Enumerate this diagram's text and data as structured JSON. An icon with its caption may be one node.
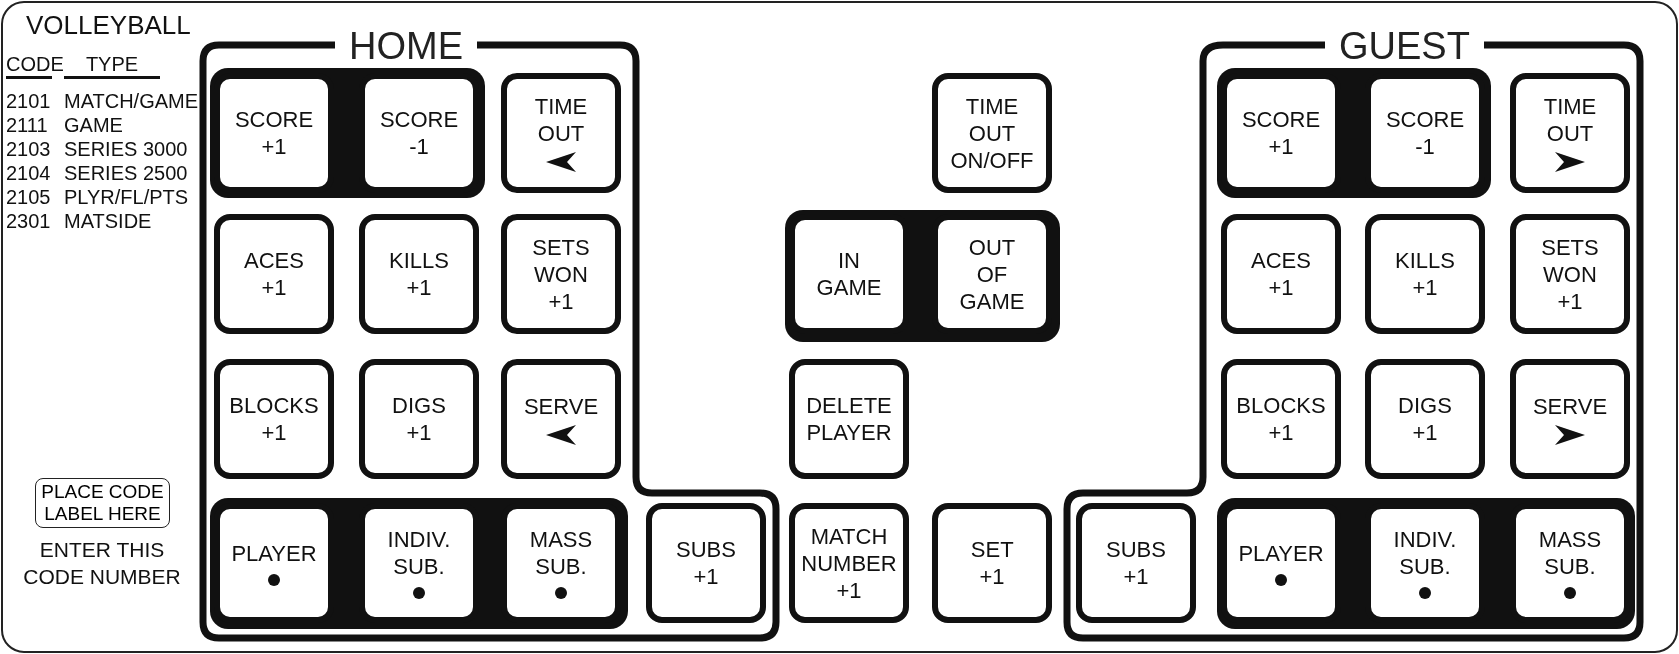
{
  "diagram": {
    "title": "VOLLEYBALL",
    "nodes": [
      {
        "text": [
          "HOME"
        ]
      },
      {
        "text": [
          "SCORE +1"
        ],
        "in": 0
      },
      {
        "text": [
          "SCORE -1"
        ],
        "in": 0
      },
      {
        "text": [
          "TIME OUT"
        ],
        "in": 0
      },
      {
        "text": [
          "ACES +1"
        ],
        "in": 0
      },
      {
        "text": [
          "KILLS +1"
        ],
        "in": 0
      },
      {
        "text": [
          "SETS WON +1"
        ],
        "in": 0
      },
      {
        "text": [
          "BLOCKS +1"
        ],
        "in": 0
      },
      {
        "text": [
          "DIGS +1"
        ],
        "in": 0
      },
      {
        "text": [
          "SERVE"
        ],
        "in": 0
      },
      {
        "text": [
          "PLAYER"
        ],
        "in": 0
      },
      {
        "text": [
          "INDIV. SUB."
        ],
        "in": 0
      },
      {
        "text": [
          "MASS SUB."
        ],
        "in": 0
      },
      {
        "text": [
          "SUBS +1"
        ],
        "in": 0
      },
      {
        "text": [
          "TIME OUT ON/OFF"
        ]
      },
      {
        "text": [
          "IN GAME"
        ]
      },
      {
        "text": [
          "OUT OF GAME"
        ]
      },
      {
        "text": [
          "DELETE PLAYER"
        ]
      },
      {
        "text": [
          "MATCH NUMBER +1"
        ]
      },
      {
        "text": [
          "SET +1"
        ]
      },
      {
        "text": [
          "GUEST"
        ]
      },
      {
        "text": [
          "SCORE +1"
        ],
        "in": 20
      },
      {
        "text": [
          "SCORE -1"
        ],
        "in": 20
      },
      {
        "text": [
          "TIME OUT"
        ],
        "in": 20
      },
      {
        "text": [
          "ACES +1"
        ],
        "in": 20
      },
      {
        "text": [
          "KILLS +1"
        ],
        "in": 20
      },
      {
        "text": [
          "SETS WON +1"
        ],
        "in": 20
      },
      {
        "text": [
          "BLOCKS +1"
        ],
        "in": 20
      },
      {
        "text": [
          "DIGS +1"
        ],
        "in": 20
      },
      {
        "text": [
          "SERVE"
        ],
        "in": 20
      },
      {
        "text": [
          "SUBS +1"
        ],
        "in": 20
      },
      {
        "text": [
          "PLAYER"
        ],
        "in": 20
      },
      {
        "text": [
          "INDIV. SUB."
        ],
        "in": 20
      },
      {
        "text": [
          "MASS SUB."
        ],
        "in": 20
      },
      {
        "text": [
          "PLACE CODE LABEL HERE"
        ]
      }
    ],
    "edges": [],
    "labels": [
      "CODE",
      "TYPE",
      "2101",
      "MATCH/GAME",
      "2111",
      "GAME",
      "2103",
      "SERIES 3000",
      "2104",
      "SERIES 2500",
      "2105",
      "PLYR/FL/PTS",
      "2301",
      "MATSIDE",
      "ENTER THIS CODE NUMBER"
    ]
  }
}
